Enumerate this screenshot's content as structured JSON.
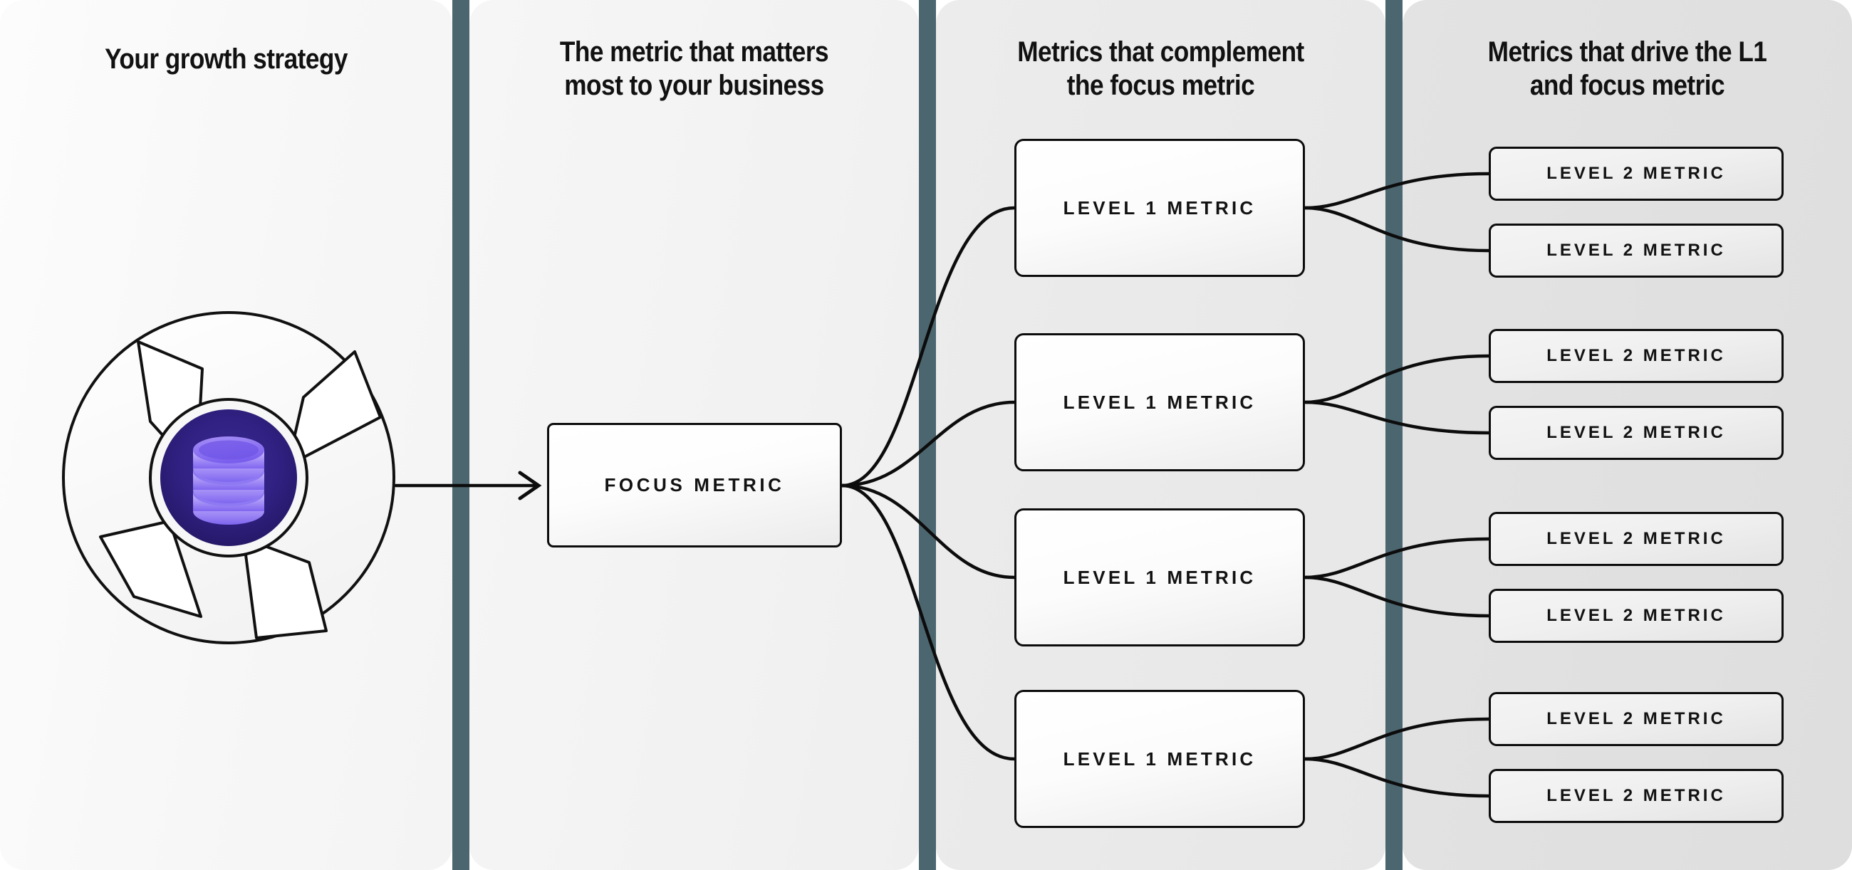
{
  "columns": [
    {
      "id": "growth-strategy",
      "title": "Your growth strategy"
    },
    {
      "id": "focus-metric",
      "title": "The metric that matters\nmost to your business"
    },
    {
      "id": "complement-metrics",
      "title": "Metrics that complement\nthe focus metric"
    },
    {
      "id": "driver-metrics",
      "title": "Metrics that drive the L1\nand focus metric"
    }
  ],
  "emblem": {
    "name": "growth-strategy-database-emblem",
    "icon": "database-icon",
    "core_color": "#2e1f7a",
    "disc_color": "#8b74f2",
    "disc_highlight": "#d9d2fb",
    "ring_color": "#f6f6f6",
    "outline_color": "#111111"
  },
  "focus": {
    "label": "FOCUS METRIC"
  },
  "level1": [
    {
      "label": "LEVEL 1 METRIC"
    },
    {
      "label": "LEVEL 1 METRIC"
    },
    {
      "label": "LEVEL 1 METRIC"
    },
    {
      "label": "LEVEL 1 METRIC"
    }
  ],
  "level2": [
    {
      "label": "LEVEL 2 METRIC"
    },
    {
      "label": "LEVEL 2 METRIC"
    },
    {
      "label": "LEVEL 2 METRIC"
    },
    {
      "label": "LEVEL 2 METRIC"
    },
    {
      "label": "LEVEL 2 METRIC"
    },
    {
      "label": "LEVEL 2 METRIC"
    },
    {
      "label": "LEVEL 2 METRIC"
    },
    {
      "label": "LEVEL 2 METRIC"
    }
  ],
  "theme": {
    "divider_color": "#4c6670",
    "panel_1": "#f8f8f8",
    "panel_2": "#f2f2f2",
    "panel_3": "#e9e9e9",
    "panel_4": "#e0e0e0",
    "line_color": "#0c0c0c",
    "text_color": "#111111"
  },
  "layout": {
    "level1_tops": [
      195,
      468,
      754,
      976
    ],
    "level2_tops": [
      196,
      290,
      461,
      569,
      716,
      824,
      961,
      1069
    ]
  }
}
